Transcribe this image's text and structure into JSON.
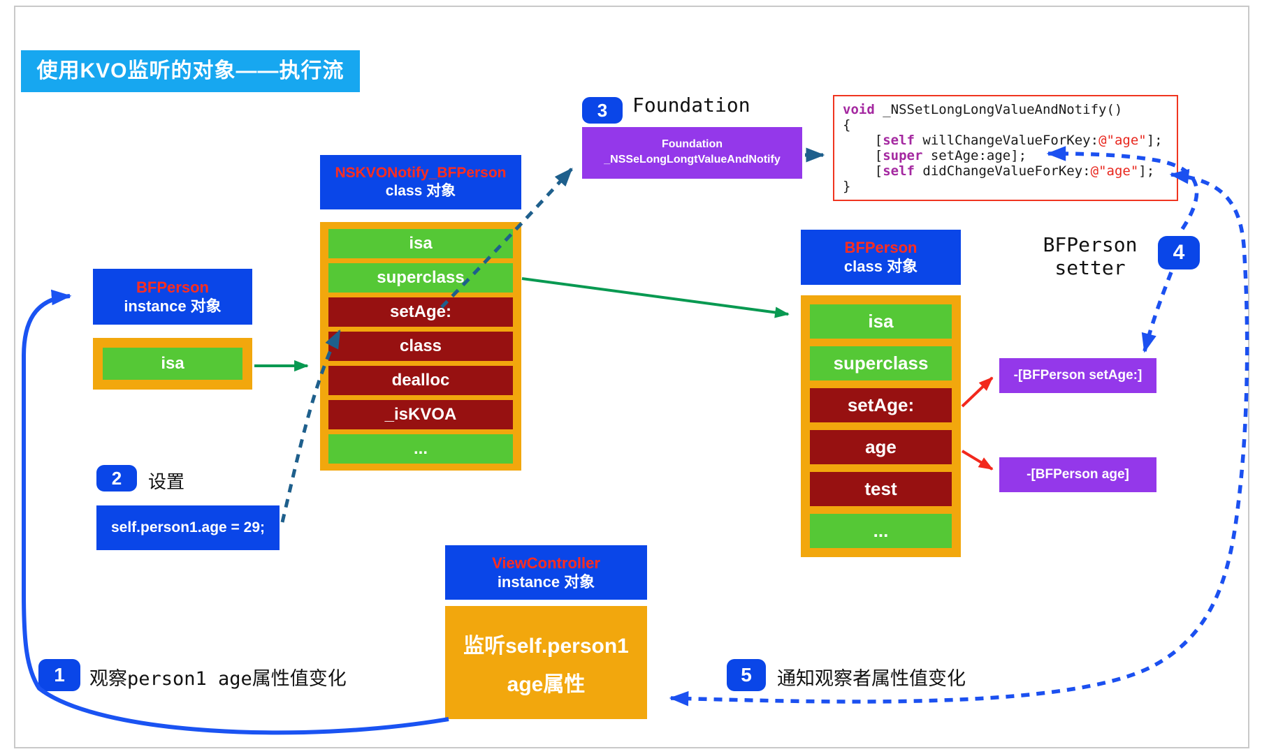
{
  "title": "使用KVO监听的对象——执行流",
  "colors": {
    "title_bg": "#17a7f0",
    "header_bg": "#0a46e8",
    "orange": "#f2a70d",
    "green_row": "#55c836",
    "maroon_row": "#971111",
    "purple": "#9438ea",
    "red_title_text": "#ff2d1f",
    "green_arrow": "#089951",
    "teal_dashed_arrow": "#1e5f8c",
    "blue_dashed_arrow": "#1b50f0",
    "blue_solid_arrow": "#1a53f2",
    "red_arrow": "#f2281c",
    "code_border": "#f03520",
    "code_keyword": "#a428a0",
    "code_string": "#e8261d"
  },
  "steps": {
    "s1": {
      "num": "1",
      "label": "观察person1 age属性值变化"
    },
    "s2": {
      "num": "2",
      "label": "设置"
    },
    "s3": {
      "num": "3",
      "label": "Foundation"
    },
    "s4": {
      "num": "4"
    },
    "s5": {
      "num": "5",
      "label": "通知观察者属性值变化"
    }
  },
  "foundation_box": {
    "line1": "Foundation",
    "line2": "_NSSeLongLongtValueAndNotify"
  },
  "code_box": {
    "lines": [
      [
        {
          "t": "void",
          "c": "kw"
        },
        {
          "t": " _NSSetLongLongValueAndNotify()",
          "c": "p"
        }
      ],
      [
        {
          "t": "{",
          "c": "p"
        }
      ],
      [
        {
          "t": "    [",
          "c": "p"
        },
        {
          "t": "self",
          "c": "kw"
        },
        {
          "t": " willChangeValueForKey:",
          "c": "p"
        },
        {
          "t": "@\"age\"",
          "c": "str"
        },
        {
          "t": "];",
          "c": "p"
        }
      ],
      [
        {
          "t": "    [",
          "c": "p"
        },
        {
          "t": "super",
          "c": "kw"
        },
        {
          "t": " setAge:age];",
          "c": "p"
        }
      ],
      [
        {
          "t": "    [",
          "c": "p"
        },
        {
          "t": "self",
          "c": "kw"
        },
        {
          "t": " didChangeValueForKey:",
          "c": "p"
        },
        {
          "t": "@\"age\"",
          "c": "str"
        },
        {
          "t": "];",
          "c": "p"
        }
      ],
      [
        {
          "t": "}",
          "c": "p"
        }
      ]
    ]
  },
  "nskvo_class": {
    "title": "NSKVONotify_BFPerson",
    "subtitle": "class 对象",
    "rows": [
      {
        "label": "isa",
        "type": "green"
      },
      {
        "label": "superclass",
        "type": "green"
      },
      {
        "label": "setAge:",
        "type": "maroon"
      },
      {
        "label": "class",
        "type": "maroon"
      },
      {
        "label": "dealloc",
        "type": "maroon"
      },
      {
        "label": "_isKVOA",
        "type": "maroon"
      },
      {
        "label": "...",
        "type": "green"
      }
    ]
  },
  "bfperson_instance": {
    "title": "BFPerson",
    "subtitle": "instance 对象",
    "field": "isa"
  },
  "set_code": "self.person1.age = 29;",
  "bfperson_class": {
    "title": "BFPerson",
    "subtitle": "class 对象",
    "rows": [
      {
        "label": "isa",
        "type": "green"
      },
      {
        "label": "superclass",
        "type": "green"
      },
      {
        "label": "setAge:",
        "type": "maroon"
      },
      {
        "label": "age",
        "type": "maroon"
      },
      {
        "label": "test",
        "type": "maroon"
      },
      {
        "label": "...",
        "type": "green"
      }
    ]
  },
  "bfperson_setter": {
    "line1": "BFPerson",
    "line2": "setter"
  },
  "method_boxes": {
    "set_age": "-[BFPerson setAge:]",
    "age": "-[BFPerson age]"
  },
  "viewcontroller": {
    "title": "ViewController",
    "subtitle": "instance 对象",
    "body_line1": "监听self.person1",
    "body_line2": "age属性"
  }
}
